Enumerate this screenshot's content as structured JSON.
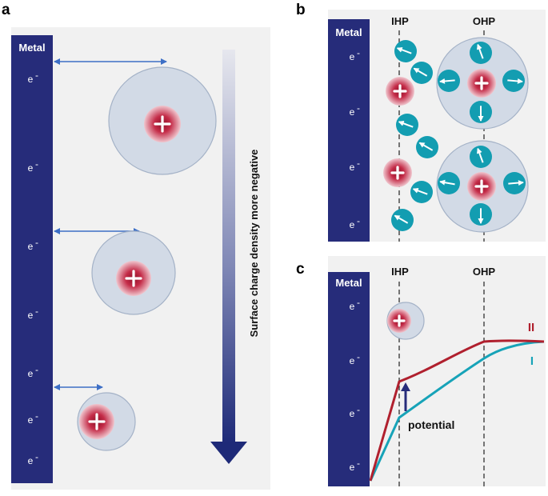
{
  "panels": {
    "a": {
      "label": "a",
      "metal_label": "Metal",
      "electron": "e",
      "arrow_text": "Surface charge density more negative"
    },
    "b": {
      "label": "b",
      "metal_label": "Metal",
      "electron": "e",
      "ihp": "IHP",
      "ohp": "OHP"
    },
    "c": {
      "label": "c",
      "metal_label": "Metal",
      "electron": "e",
      "ihp": "IHP",
      "ohp": "OHP",
      "potential_label": "potential",
      "curve_I": "I",
      "curve_II": "II"
    }
  },
  "colors": {
    "metal": "#262C7A",
    "hydration_shell": "#D2DAE6",
    "cation": "#C8304A",
    "water": "#139DB1",
    "curve_I": "#17A3B8",
    "curve_II": "#B0202E",
    "arrow_blue": "#3D6FC6"
  }
}
